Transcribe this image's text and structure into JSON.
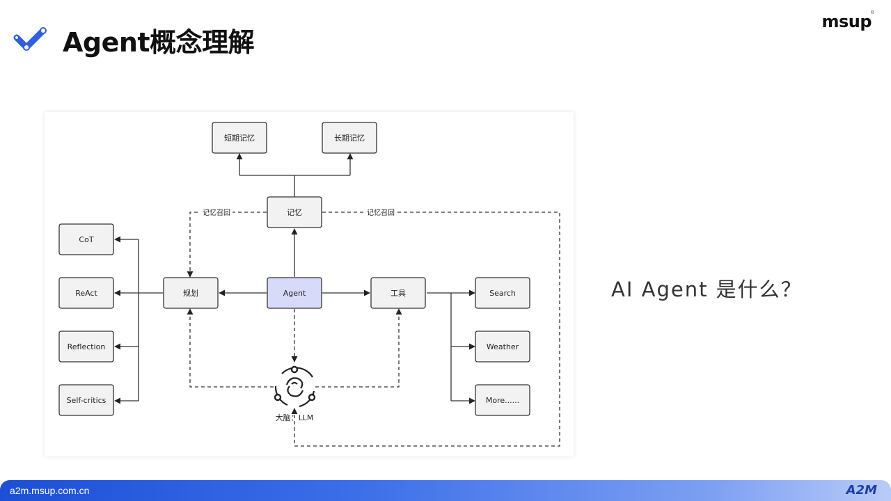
{
  "header": {
    "title": "Agent概念理解",
    "brand": "msup",
    "brand_mark": "®"
  },
  "diagram": {
    "nodes": {
      "short_memory": "短期记忆",
      "long_memory": "长期记忆",
      "memory": "记忆",
      "agent": "Agent",
      "planning": "规划",
      "tools": "工具",
      "cot": "CoT",
      "react": "ReAct",
      "reflection": "Reflection",
      "self_critics": "Self-critics",
      "search": "Search",
      "weather": "Weather",
      "more": "More......",
      "brain": "大脑：LLM"
    },
    "edge_labels": {
      "recall_left": "记忆召回",
      "recall_right": "记忆召回"
    },
    "colors": {
      "node_fill": "#f2f2f2",
      "agent_fill": "#d8dafa",
      "stroke": "#333333"
    }
  },
  "side_text": {
    "question": "AI Agent 是什么？"
  },
  "footer": {
    "url": "a2m.msup.com.cn",
    "brand": "A2M"
  },
  "colors": {
    "accent": "#2f5fe0",
    "footer_gradient_start": "#1d4fd6",
    "footer_gradient_end": "#b9cbf7"
  }
}
